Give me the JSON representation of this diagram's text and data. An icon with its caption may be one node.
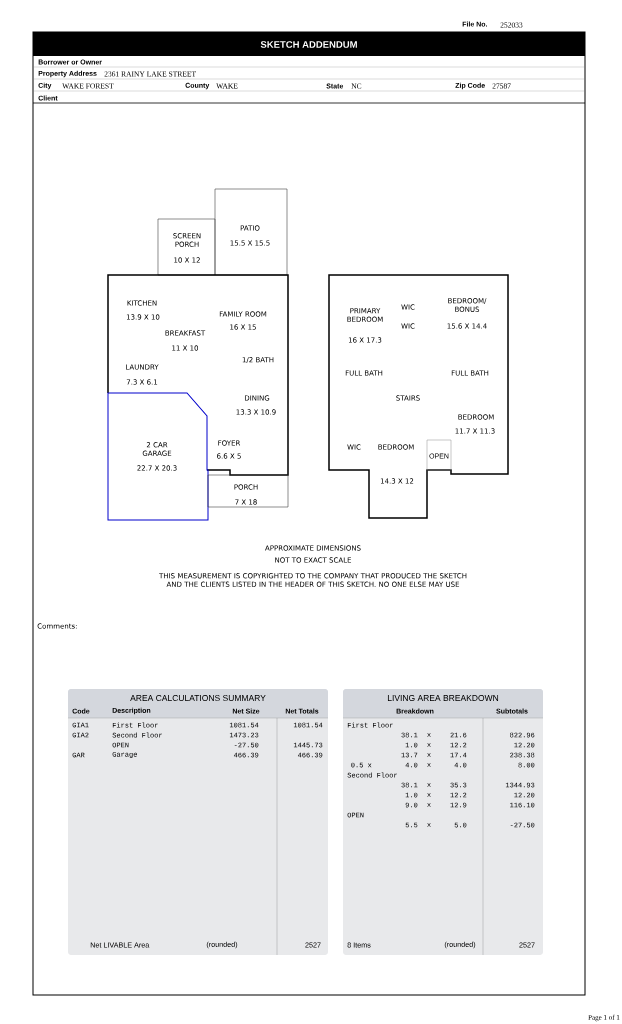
{
  "diagram": {
    "title": "SKETCH ADDENDUM",
    "nodes": [
      {
        "text": [
          "SCREEN PORCH",
          "10 X 12"
        ]
      },
      {
        "text": [
          "PATIO",
          "15.5 X 15.5"
        ]
      },
      {
        "text": [
          "KITCHEN",
          "13.9 X 10",
          "FAMILY ROOM",
          "16 X 15",
          "BREAKFAST",
          "11 X 10",
          "1/2 BATH",
          "LAUNDRY",
          "7.3 X 6.1",
          "DINING",
          "13.3 X 10.9",
          "FOYER",
          "6.6 X 5"
        ]
      },
      {
        "text": [
          "2 CAR GARAGE",
          "22.7 X 20.3"
        ]
      },
      {
        "text": [
          "PORCH",
          "7 X 18"
        ]
      },
      {
        "text": [
          "PRIMARY BEDROOM",
          "WIC",
          "BEDROOM/ BONUS",
          "WIC",
          "16 X 17.3",
          "15.6 X 14.4",
          "FULL BATH",
          "FULL BATH",
          "STAIRS",
          "BEDROOM",
          "11.7 X 11.3",
          "WIC",
          "BEDROOM",
          "14.3 X 12"
        ]
      },
      {
        "text": [
          "OPEN"
        ],
        "in": 5
      }
    ],
    "labels": [
      "File No.",
      "252033",
      "Borrower or Owner",
      "Property Address",
      "2361 RAINY LAKE STREET",
      "City",
      "WAKE FOREST",
      "County",
      "WAKE",
      "State",
      "NC",
      "Zip Code",
      "27587",
      "Client",
      "APPROXIMATE DIMENSIONS",
      "NOT TO EXACT SCALE",
      "THIS MEASUREMENT IS COPYRIGHTED TO THE COMPANY THAT PRODUCED THE SKETCH AND THE CLIENTS LISTED IN THE HEADER OF THIS SKETCH. NO ONE ELSE MAY USE",
      "Comments:",
      "AREA CALCULATIONS SUMMARY",
      "Code",
      "Description",
      "Net Size",
      "Net Totals",
      "GIA1",
      "First Floor",
      "1081.54",
      "1081.54",
      "GIA2",
      "Second Floor",
      "1473.23",
      "OPEN",
      "-27.50",
      "1445.73",
      "GAR",
      "Garage",
      "466.39",
      "466.39",
      "LIVING AREA BREAKDOWN",
      "Breakdown",
      "Subtotals",
      "First Floor",
      "38.1",
      "x",
      "21.6",
      "822.96",
      "1.0",
      "x",
      "12.2",
      "12.20",
      "13.7",
      "x",
      "17.4",
      "238.38",
      "0.5 x",
      "4.0",
      "x",
      "4.0",
      "8.00",
      "Second Floor",
      "38.1",
      "x",
      "35.3",
      "1344.93",
      "1.0",
      "x",
      "12.2",
      "12.20",
      "9.0",
      "x",
      "12.9",
      "116.10",
      "OPEN",
      "5.5",
      "x",
      "5.0",
      "-27.50",
      "Net LIVABLE Area",
      "(rounded)",
      "2527",
      "8 Items",
      "(rounded)",
      "2527",
      "Page 1 of 1"
    ]
  }
}
